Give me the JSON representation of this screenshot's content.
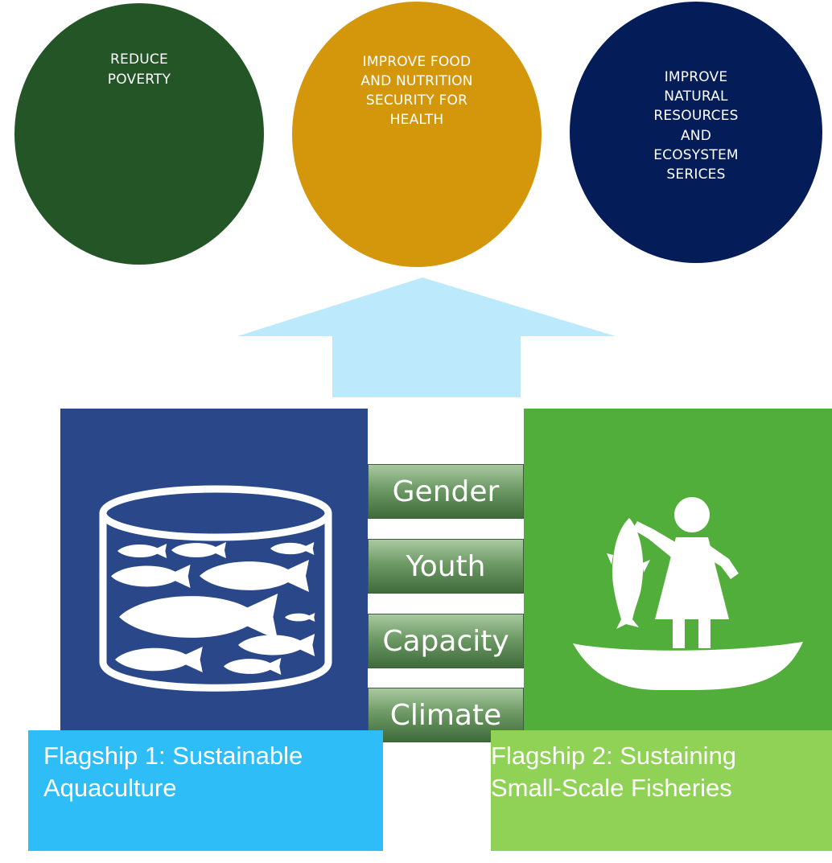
{
  "goals": [
    {
      "text": "REDUCE\nPOVERTY",
      "color": "#245527"
    },
    {
      "text": "IMPROVE FOOD\nAND NUTRITION\nSECURITY FOR\nHEALTH",
      "color": "#d4970b"
    },
    {
      "text": "IMPROVE\nNATURAL\nRESOURCES\nAND\nECOSYSTEM\nSERICES",
      "color": "#041d59"
    }
  ],
  "arrow_color": "#bde9fc",
  "crosscutting": [
    "Gender",
    "Youth",
    "Capacity",
    "Climate"
  ],
  "flagships": [
    {
      "line1": "Flagship 1: Sustainable",
      "line2": "Aquaculture",
      "panel_color": "#2a4889",
      "label_color": "#2ebdf6",
      "icon": "fish-tank-icon"
    },
    {
      "line1": "Flagship 2: Sustaining",
      "line2": "Small-Scale Fisheries",
      "panel_color": "#52ae3a",
      "label_color": "#8fd255",
      "icon": "fisher-boat-icon"
    }
  ]
}
